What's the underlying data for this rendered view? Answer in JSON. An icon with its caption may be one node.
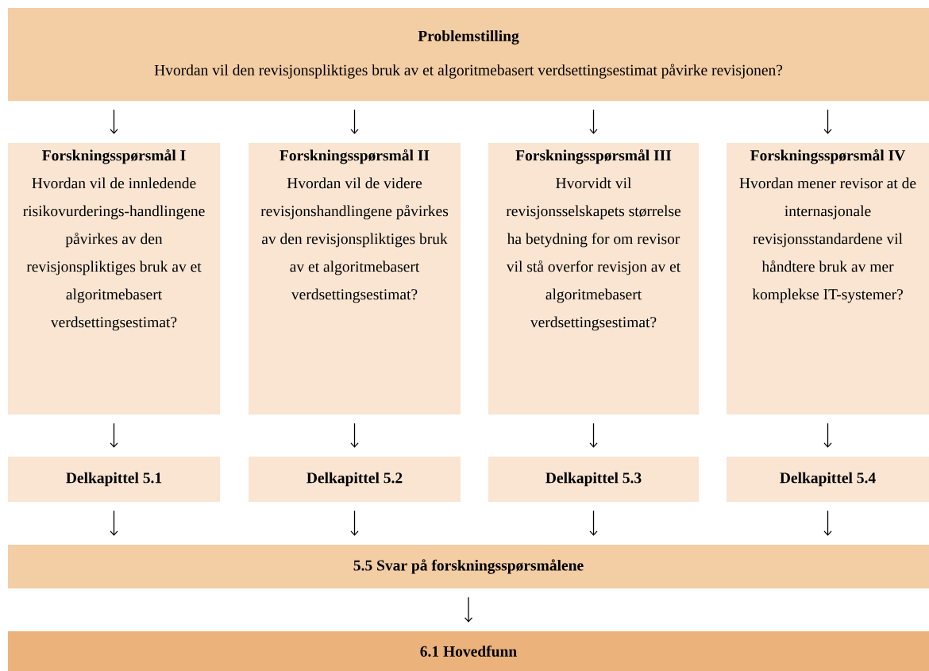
{
  "diagram": {
    "nodes": [
      {
        "text": [
          "Problemstilling",
          "Hvordan vil den revisjonspliktiges bruk av et algoritmebasert verdsettingsestimat påvirke revisjonen?"
        ]
      },
      {
        "text": [
          "Forskningsspørsmål I",
          "Hvordan vil de innledende risikovurderings-handlingene påvirkes av den revisjonspliktiges bruk av et algoritmebasert verdsettingsestimat?"
        ]
      },
      {
        "text": [
          "Forskningsspørsmål II",
          "Hvordan vil de videre revisjonshandlingene påvirkes av den revisjonspliktiges bruk av et algoritmebasert verdsettingsestimat?"
        ]
      },
      {
        "text": [
          "Forskningsspørsmål III",
          "Hvorvidt vil revisjonsselskapets størrelse ha betydning for om revisor vil stå overfor revisjon av et algoritmebasert verdsettingsestimat?"
        ]
      },
      {
        "text": [
          "Forskningsspørsmål IV",
          "Hvordan mener revisor at de internasjonale revisjonsstandardene vil håndtere bruk av mer komplekse IT-systemer?"
        ]
      },
      {
        "text": [
          "Delkapittel 5.1"
        ]
      },
      {
        "text": [
          "Delkapittel 5.2"
        ]
      },
      {
        "text": [
          "Delkapittel 5.3"
        ]
      },
      {
        "text": [
          "Delkapittel 5.4"
        ]
      },
      {
        "text": [
          "5.5 Svar på forskningsspørsmålene"
        ]
      },
      {
        "text": [
          "6.1 Hovedfunn"
        ]
      }
    ],
    "edges": [
      {
        "from": 0,
        "to": 1,
        "arrow": "to"
      },
      {
        "from": 0,
        "to": 2,
        "arrow": "to"
      },
      {
        "from": 0,
        "to": 3,
        "arrow": "to"
      },
      {
        "from": 0,
        "to": 4,
        "arrow": "to"
      },
      {
        "from": 1,
        "to": 5,
        "arrow": "to"
      },
      {
        "from": 2,
        "to": 6,
        "arrow": "to"
      },
      {
        "from": 3,
        "to": 7,
        "arrow": "to"
      },
      {
        "from": 4,
        "to": 8,
        "arrow": "to"
      },
      {
        "from": 5,
        "to": 9,
        "arrow": "to"
      },
      {
        "from": 6,
        "to": 9,
        "arrow": "to"
      },
      {
        "from": 7,
        "to": 9,
        "arrow": "to"
      },
      {
        "from": 8,
        "to": 9,
        "arrow": "to"
      },
      {
        "from": 9,
        "to": 10,
        "arrow": "to"
      }
    ]
  }
}
